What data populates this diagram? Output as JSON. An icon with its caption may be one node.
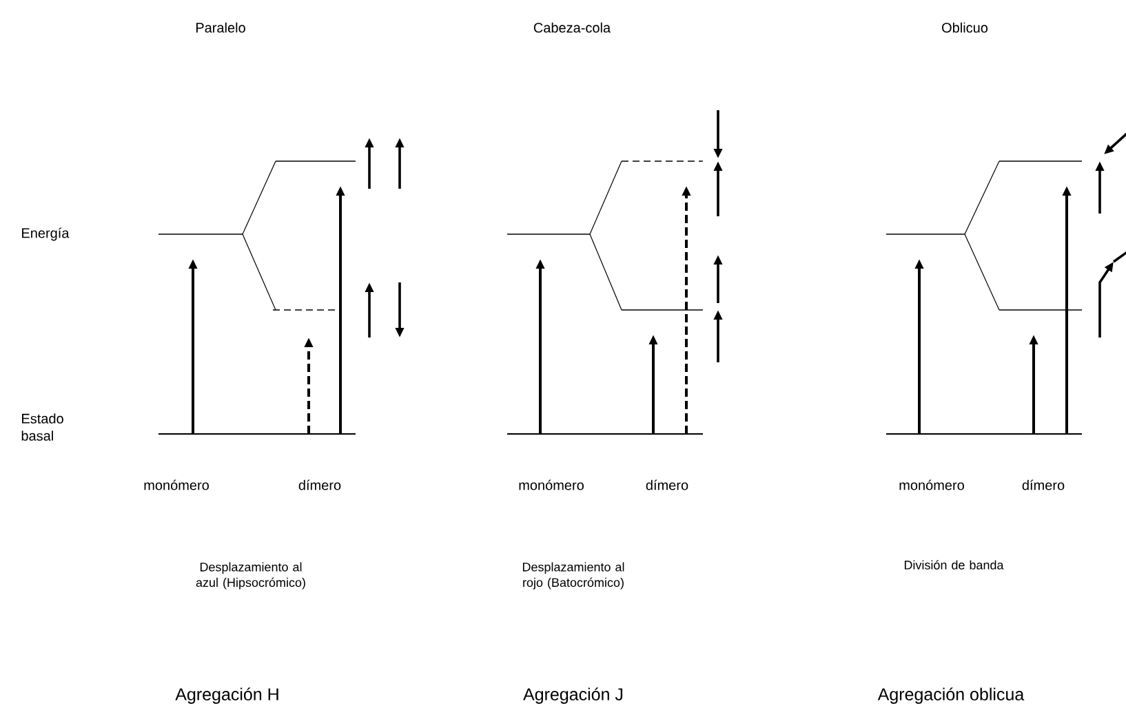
{
  "diagram": {
    "labels": [
      "Paralelo",
      "Cabeza-cola",
      "Oblicuo",
      "Energía",
      "Estado basal",
      "monómero",
      "dímero",
      "monómero",
      "dímero",
      "monómero",
      "dímero",
      "Desplazamiento al azul (Hipsocrómico)",
      "Desplazamiento al rojo (Batocrómico)",
      "División de banda",
      "Agregación H",
      "Agregación J",
      "Agregación oblicua"
    ]
  }
}
